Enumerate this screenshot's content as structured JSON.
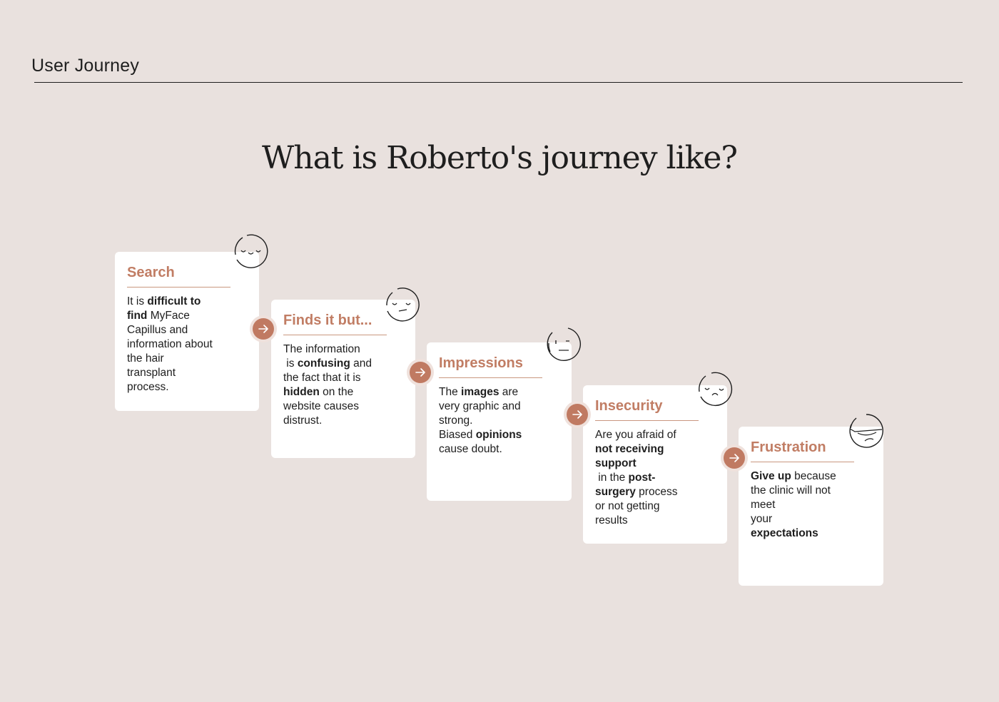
{
  "header": {
    "title": "User Journey"
  },
  "main": {
    "title": "What is Roberto's journey like?"
  },
  "colors": {
    "accent": "#c17d64",
    "background": "#e9e1de",
    "card": "#ffffff",
    "text": "#1e1e1e"
  },
  "steps": [
    {
      "title": "Search",
      "face": "content-face-icon",
      "lines": [
        [
          {
            "t": "It is "
          },
          {
            "t": "difficult to",
            "b": true
          }
        ],
        [
          {
            "t": "find",
            "b": true
          },
          {
            "t": " MyFace"
          }
        ],
        [
          {
            "t": "Capillus and"
          }
        ],
        [
          {
            "t": "information about"
          }
        ],
        [
          {
            "t": "the hair"
          }
        ],
        [
          {
            "t": "transplant"
          }
        ],
        [
          {
            "t": "process."
          }
        ]
      ]
    },
    {
      "title": "Finds it but...",
      "face": "doubtful-face-icon",
      "lines": [
        [
          {
            "t": "The information"
          }
        ],
        [
          {
            "t": " is "
          },
          {
            "t": "confusing",
            "b": true
          },
          {
            "t": " and"
          }
        ],
        [
          {
            "t": "the fact that it is"
          }
        ],
        [
          {
            "t": "hidden",
            "b": true
          },
          {
            "t": " on the"
          }
        ],
        [
          {
            "t": "website causes"
          }
        ],
        [
          {
            "t": "distrust."
          }
        ]
      ]
    },
    {
      "title": "Impressions",
      "face": "neutral-face-icon",
      "lines": [
        [
          {
            "t": "The "
          },
          {
            "t": "images",
            "b": true
          },
          {
            "t": " are"
          }
        ],
        [
          {
            "t": "very graphic and"
          }
        ],
        [
          {
            "t": "strong."
          }
        ],
        [
          {
            "t": "Biased "
          },
          {
            "t": "opinions",
            "b": true
          }
        ],
        [
          {
            "t": "cause doubt."
          }
        ]
      ]
    },
    {
      "title": "Insecurity",
      "face": "worried-face-icon",
      "lines": [
        [
          {
            "t": "Are you afraid of"
          }
        ],
        [
          {
            "t": "not receiving",
            "b": true
          }
        ],
        [
          {
            "t": "support",
            "b": true
          }
        ],
        [
          {
            "t": " in the "
          },
          {
            "t": "post-",
            "b": true
          }
        ],
        [
          {
            "t": "surgery",
            "b": true
          },
          {
            "t": " process"
          }
        ],
        [
          {
            "t": "or not getting"
          }
        ],
        [
          {
            "t": "results"
          }
        ]
      ]
    },
    {
      "title": "Frustration",
      "face": "frustrated-face-icon",
      "lines": [
        [
          {
            "t": "Give up",
            "b": true
          },
          {
            "t": " because"
          }
        ],
        [
          {
            "t": "the clinic will not"
          }
        ],
        [
          {
            "t": "meet"
          }
        ],
        [
          {
            "t": "your"
          }
        ],
        [
          {
            "t": "expectations",
            "b": true
          }
        ]
      ]
    }
  ]
}
